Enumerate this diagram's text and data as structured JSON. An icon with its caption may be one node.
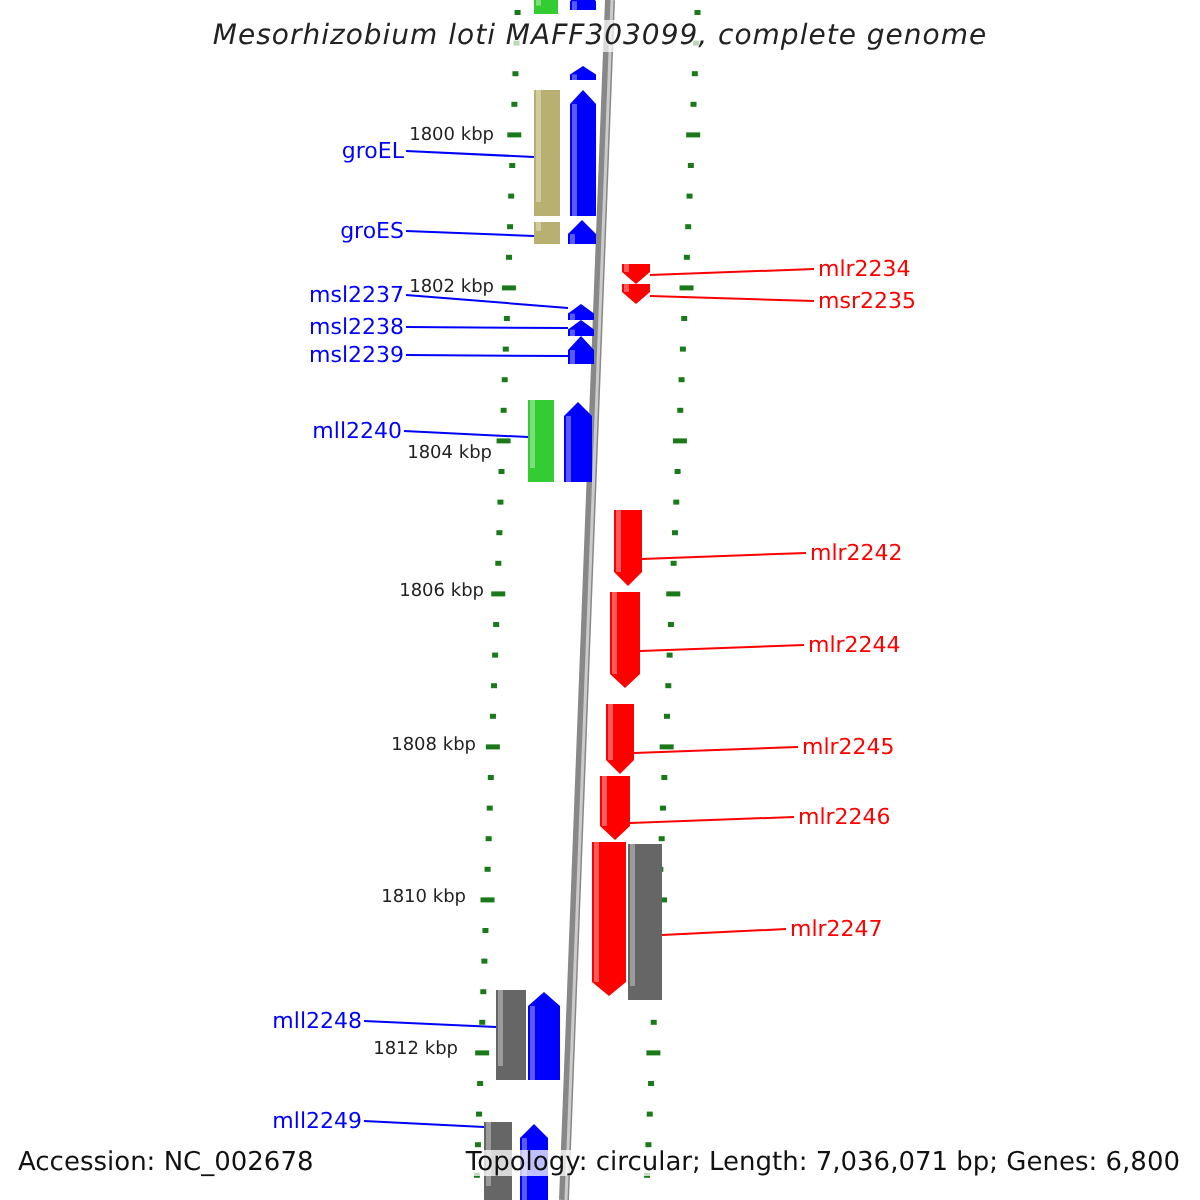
{
  "diagram": {
    "title": "Mesorhizobium loti MAFF303099, complete genome",
    "nodes": [
      {
        "text": [
          "groEL"
        ]
      },
      {
        "text": [
          "groES"
        ]
      },
      {
        "text": [
          "msl2237"
        ]
      },
      {
        "text": [
          "msl2238"
        ]
      },
      {
        "text": [
          "msl2239"
        ]
      },
      {
        "text": [
          "mll2240"
        ]
      },
      {
        "text": [
          "mll2248"
        ]
      },
      {
        "text": [
          "mll2249"
        ]
      },
      {
        "text": [
          "mlr2234"
        ]
      },
      {
        "text": [
          "msr2235"
        ]
      },
      {
        "text": [
          "mlr2242"
        ]
      },
      {
        "text": [
          "mlr2244"
        ]
      },
      {
        "text": [
          "mlr2245"
        ]
      },
      {
        "text": [
          "mlr2246"
        ]
      },
      {
        "text": [
          "mlr2247"
        ]
      },
      {
        "text": [],
        "shape": "bar"
      },
      {
        "text": [],
        "shape": "bar"
      },
      {
        "text": [],
        "shape": "pentagon"
      },
      {
        "text": [],
        "shape": "pentagon"
      },
      {
        "text": [],
        "shape": "pentagon"
      },
      {
        "text": [],
        "shape": "pentagon"
      },
      {
        "text": [],
        "shape": "pentagon"
      },
      {
        "text": [],
        "shape": "bar"
      },
      {
        "text": [],
        "shape": "pentagon"
      },
      {
        "text": [],
        "shape": "pentagon"
      },
      {
        "text": [],
        "shape": "pentagon"
      },
      {
        "text": [],
        "shape": "pentagon"
      },
      {
        "text": [],
        "shape": "bar"
      },
      {
        "text": [],
        "shape": "bar"
      },
      {
        "text": [],
        "shape": "bar"
      }
    ],
    "edges": [
      {
        "from": 0,
        "to": 15,
        "arrow": "none"
      },
      {
        "from": 1,
        "to": 16,
        "arrow": "none"
      },
      {
        "from": 2,
        "to": 19,
        "arrow": "none"
      },
      {
        "from": 3,
        "to": 20,
        "arrow": "none"
      },
      {
        "from": 4,
        "to": 21,
        "arrow": "none"
      },
      {
        "from": 5,
        "to": 22,
        "arrow": "none"
      },
      {
        "from": 6,
        "to": 28,
        "arrow": "none"
      },
      {
        "from": 7,
        "to": 29,
        "arrow": "none"
      },
      {
        "from": 8,
        "to": 17,
        "arrow": "none",
        "color": "#ff0000"
      },
      {
        "from": 9,
        "to": 18,
        "arrow": "none",
        "color": "#ff0000"
      },
      {
        "from": 10,
        "to": 23,
        "arrow": "none",
        "color": "#ff0000"
      },
      {
        "from": 11,
        "to": 24,
        "arrow": "none",
        "color": "#ff0000"
      },
      {
        "from": 12,
        "to": 25,
        "arrow": "none",
        "color": "#ff0000"
      },
      {
        "from": 13,
        "to": 26,
        "arrow": "none",
        "color": "#ff0000"
      },
      {
        "from": 14,
        "to": 27,
        "arrow": "none",
        "color": "#ff0000"
      }
    ],
    "labels": [
      "1800 kbp",
      "1802 kbp",
      "1804 kbp",
      "1806 kbp",
      "1808 kbp",
      "1810 kbp",
      "1812 kbp",
      "Accession: NC_002678",
      "Topology: circular; Length: 7,036,071 bp; Genes: 6,800"
    ]
  }
}
